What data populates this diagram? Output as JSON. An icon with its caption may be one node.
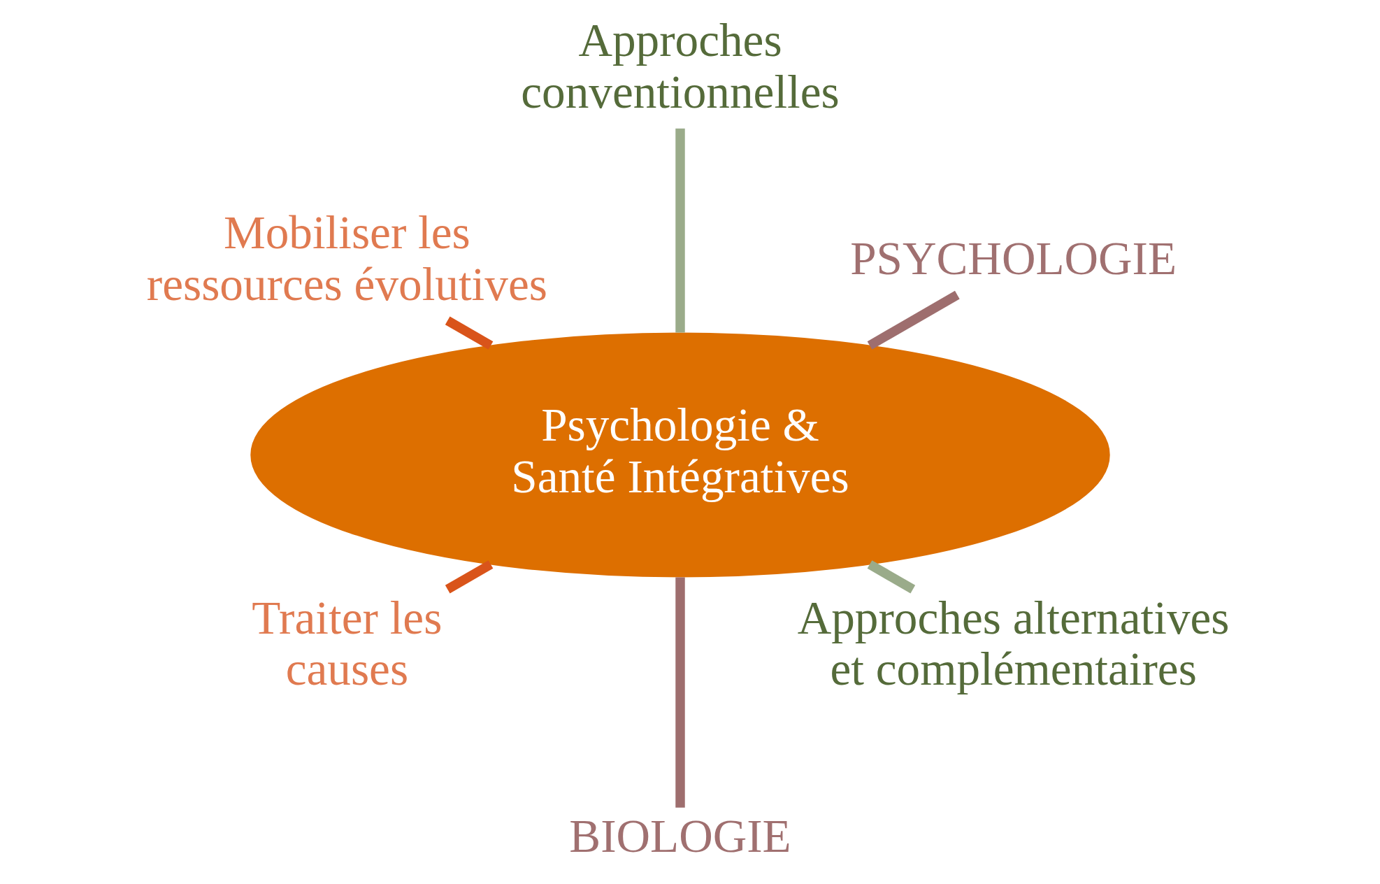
{
  "diagram": {
    "nodes": [
      {
        "text": [
          "Psychologie & Santé Intégratives"
        ]
      },
      {
        "text": [
          "PSYCHOLOGIE"
        ]
      },
      {
        "text": [
          "Approches conventionnelles"
        ]
      },
      {
        "text": [
          "Mobiliser les ressources évolutives"
        ]
      },
      {
        "text": [
          "Traiter les causes"
        ]
      },
      {
        "text": [
          "BIOLOGIE"
        ]
      },
      {
        "text": [
          "Approches alternatives et complémentaires"
        ]
      }
    ],
    "edges": [
      {
        "from": 0,
        "to": 1,
        "arrow": "none",
        "color": "#9e6e6e"
      },
      {
        "from": 0,
        "to": 2,
        "arrow": "none",
        "color": "#9aab8a"
      },
      {
        "from": 0,
        "to": 3,
        "arrow": "none",
        "color": "#d9541a"
      },
      {
        "from": 0,
        "to": 4,
        "arrow": "none",
        "color": "#d9541a"
      },
      {
        "from": 0,
        "to": 5,
        "arrow": "none",
        "color": "#9e6e6e"
      },
      {
        "from": 0,
        "to": 6,
        "arrow": "none",
        "color": "#9aab8a"
      }
    ]
  }
}
